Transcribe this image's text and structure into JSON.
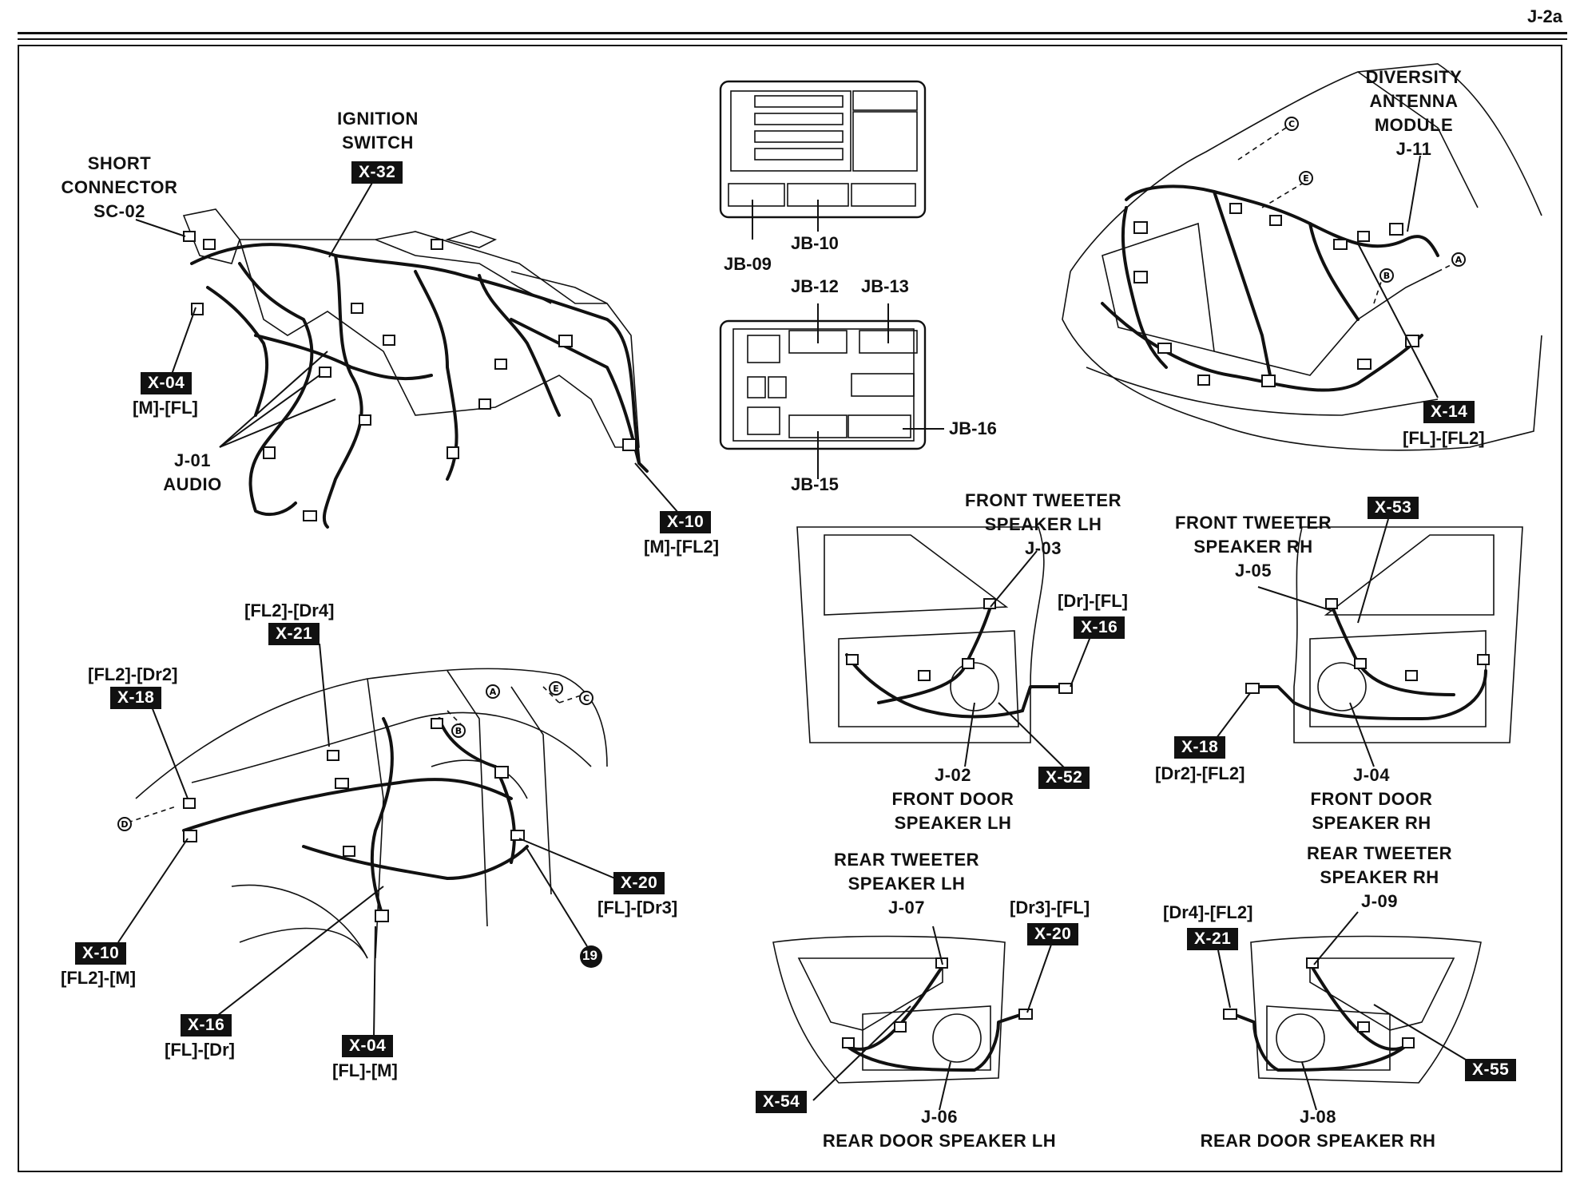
{
  "page_number": "J-2a",
  "instrument_panel": {
    "short_connector": [
      "SHORT",
      "CONNECTOR",
      "SC-02"
    ],
    "ignition_switch": [
      "IGNITION",
      "SWITCH"
    ],
    "ignition_tag": "X-32",
    "x04_tag": "X-04",
    "x04_sub": "[M]-[FL]",
    "audio": [
      "J-01",
      "AUDIO"
    ],
    "x10_tag": "X-10",
    "x10_sub": "[M]-[FL2]"
  },
  "junction_blocks": {
    "jb09": "JB-09",
    "jb10": "JB-10",
    "jb12": "JB-12",
    "jb13": "JB-13",
    "jb15": "JB-15",
    "jb16": "JB-16"
  },
  "trunk": {
    "antenna": [
      "DIVERSITY",
      "ANTENNA",
      "MODULE",
      "J-11"
    ],
    "x14_tag": "X-14",
    "x14_sub": "[FL]-[FL2]",
    "markers": [
      "C",
      "E",
      "B",
      "A"
    ]
  },
  "body": {
    "x21_sub": "[FL2]-[Dr4]",
    "x21_tag": "X-21",
    "x18_sub": "[FL2]-[Dr2]",
    "x18_tag": "X-18",
    "x10_tag": "X-10",
    "x10_sub": "[FL2]-[M]",
    "x16_tag": "X-16",
    "x16_sub": "[FL]-[Dr]",
    "x04_tag": "X-04",
    "x04_sub": "[FL]-[M]",
    "x20_tag": "X-20",
    "x20_sub": "[FL]-[Dr3]",
    "ground": "19",
    "markers": [
      "A",
      "E",
      "C",
      "B",
      "D"
    ]
  },
  "front_left_door": {
    "tweeter": [
      "FRONT TWEETER",
      "SPEAKER LH",
      "J-03"
    ],
    "x16_sub": "[Dr]-[FL]",
    "x16_tag": "X-16",
    "speaker": [
      "J-02",
      "FRONT DOOR",
      "SPEAKER LH"
    ],
    "x52_tag": "X-52"
  },
  "front_right_door": {
    "tweeter": [
      "FRONT TWEETER",
      "SPEAKER RH",
      "J-05"
    ],
    "x53_tag": "X-53",
    "x18_tag": "X-18",
    "x18_sub": "[Dr2]-[FL2]",
    "speaker": [
      "J-04",
      "FRONT DOOR",
      "SPEAKER RH"
    ]
  },
  "rear_left_door": {
    "tweeter": [
      "REAR TWEETER",
      "SPEAKER LH",
      "J-07"
    ],
    "x20_sub": "[Dr3]-[FL]",
    "x20_tag": "X-20",
    "x54_tag": "X-54",
    "speaker": [
      "J-06",
      "REAR DOOR SPEAKER LH"
    ]
  },
  "rear_right_door": {
    "tweeter": [
      "REAR TWEETER",
      "SPEAKER RH",
      "J-09"
    ],
    "x21_sub": "[Dr4]-[FL2]",
    "x21_tag": "X-21",
    "x55_tag": "X-55",
    "speaker": [
      "J-08",
      "REAR DOOR SPEAKER RH"
    ]
  }
}
